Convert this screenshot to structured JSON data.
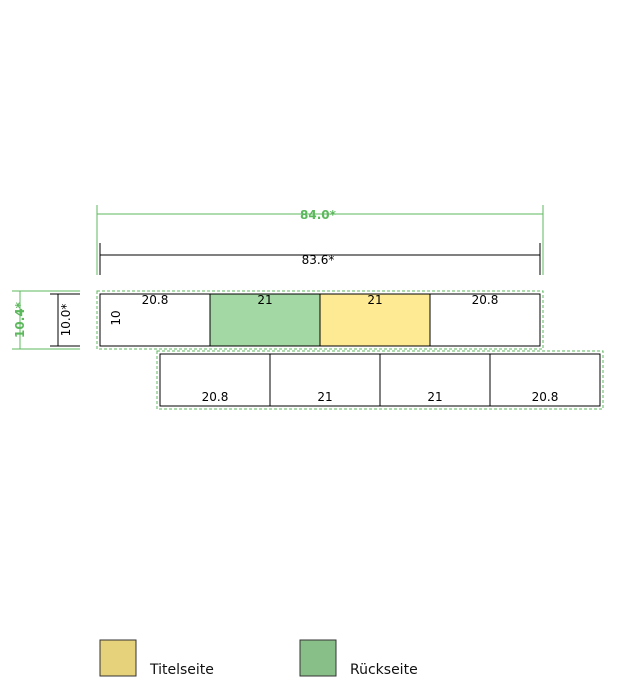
{
  "dimensions": {
    "outer_width": "84.0*",
    "inner_width": "83.6*",
    "outer_height": "10.4*",
    "inner_height": "10.0*",
    "panel_height": "10"
  },
  "top_strip": [
    {
      "label": "20.8",
      "fill": "#ffffff"
    },
    {
      "label": "21",
      "fill": "#a3d7a3"
    },
    {
      "label": "21",
      "fill": "#ffea94"
    },
    {
      "label": "20.8",
      "fill": "#ffffff"
    }
  ],
  "bottom_strip": [
    {
      "label": "20.8"
    },
    {
      "label": "21"
    },
    {
      "label": "21"
    },
    {
      "label": "20.8"
    }
  ],
  "legend": [
    {
      "label": "Titelseite",
      "color": "#e6d27a"
    },
    {
      "label": "Rückseite",
      "color": "#88bf88"
    }
  ],
  "colors": {
    "green_dim": "#5cb85c",
    "dashed": "#5cb85c"
  }
}
